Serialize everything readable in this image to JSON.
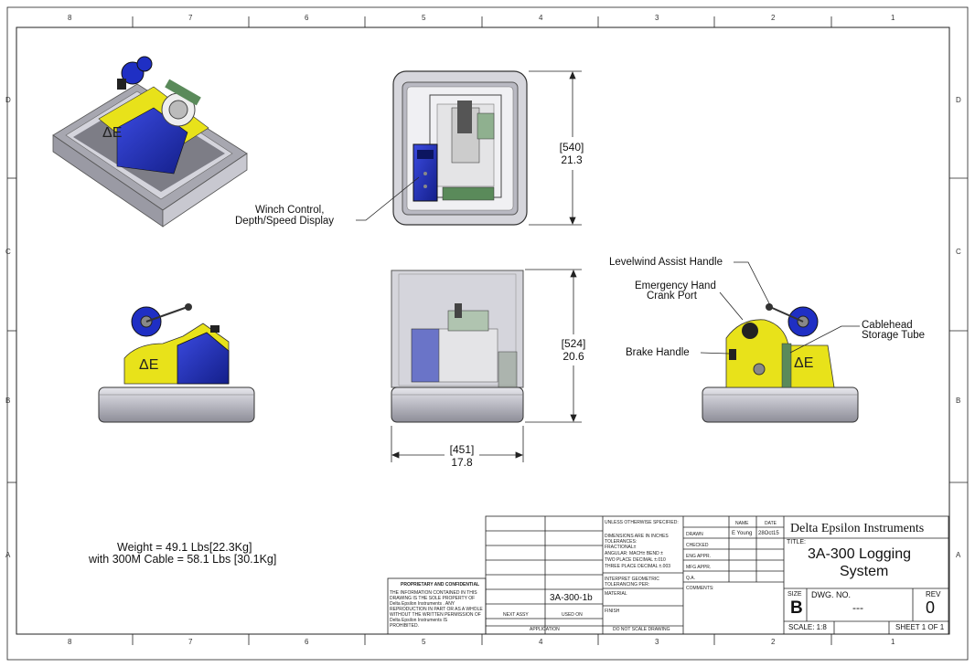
{
  "zones": {
    "columns": [
      "8",
      "7",
      "6",
      "5",
      "4",
      "3",
      "2",
      "1"
    ],
    "rows": [
      "D",
      "C",
      "B",
      "A"
    ]
  },
  "labels": {
    "winch_control": [
      "Winch Control,",
      "Depth/Speed Display"
    ],
    "levelwind": "Levelwind Assist Handle",
    "emergency_crank": [
      "Emergency Hand",
      "Crank Port"
    ],
    "brake_handle": "Brake Handle",
    "cablehead": [
      "Cablehead",
      "Storage Tube"
    ]
  },
  "dimensions": {
    "top_height_mm": "[540]",
    "top_height_in": "21.3",
    "front_height_mm": "[524]",
    "front_height_in": "20.6",
    "width_mm": "[451]",
    "width_in": "17.8"
  },
  "weight": {
    "line1": "Weight = 49.1 Lbs[22.3Kg]",
    "line2": "with 300M Cable = 58.1 Lbs [30.1Kg]"
  },
  "title_block": {
    "proprietary_title": "PROPRIETARY AND CONFIDENTIAL",
    "proprietary_text": [
      "THE INFORMATION CONTAINED IN THIS",
      "DRAWING IS THE SOLE PROPERTY OF",
      "Delta Epsilon Instruments . ANY",
      "REPRODUCTION IN PART OR AS A WHOLE",
      "WITHOUT THE WRITTEN PERMISSION OF",
      "Delta Epsilon Instruments IS",
      "PROHIBITED."
    ],
    "part_number": "3A-300-1b",
    "next_assy": "NEXT ASSY",
    "used_on": "USED ON",
    "application": "APPLICATION",
    "unless": "UNLESS OTHERWISE SPECIFIED:",
    "dims_in": "DIMENSIONS ARE IN INCHES",
    "tolerances": "TOLERANCES:",
    "fractional": "FRACTIONAL±",
    "angular": "ANGULAR: MACH±   BEND ±",
    "two_place": "TWO PLACE DECIMAL   ±.010",
    "three_place": "THREE PLACE DECIMAL  ±.003",
    "interpret": [
      "INTERPRET GEOMETRIC",
      "TOLERANCING PER:"
    ],
    "material": "MATERIAL",
    "finish": "FINISH",
    "do_not_scale": "DO NOT SCALE DRAWING",
    "name_hdr": "NAME",
    "date_hdr": "DATE",
    "drawn": "DRAWN",
    "drawn_name": "E Young",
    "drawn_date": "28Oct15",
    "checked": "CHECKED",
    "eng_appr": "ENG APPR.",
    "mfg_appr": "MFG APPR.",
    "qa": "Q.A.",
    "comments": "COMMENTS:",
    "company": "Delta Epsilon Instruments",
    "title_label": "TITLE:",
    "title_line1": "3A-300 Logging",
    "title_line2": "System",
    "size_label": "SIZE",
    "size_value": "B",
    "dwg_no_label": "DWG.  NO.",
    "dwg_no_value": "---",
    "rev_label": "REV",
    "rev_value": "0",
    "scale": "SCALE: 1:8",
    "sheet": "SHEET 1 OF 1"
  },
  "colors": {
    "yellow": "#e8e21a",
    "blue": "#1f2fc4",
    "gray_case": "#c4c4cc",
    "green": "#5a8a5a"
  }
}
